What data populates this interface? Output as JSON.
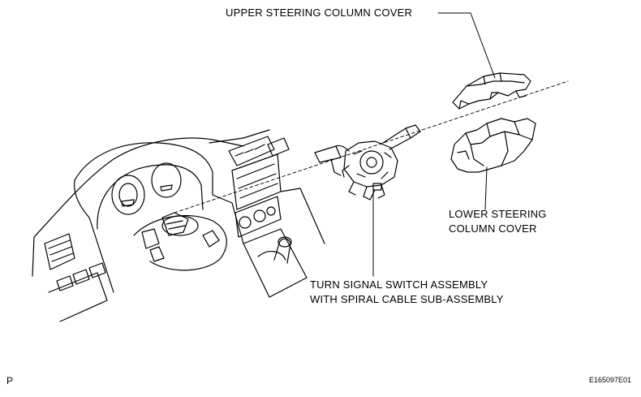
{
  "labels": {
    "upper_cover": "UPPER STEERING COLUMN COVER",
    "lower_cover_line1": "LOWER STEERING",
    "lower_cover_line2": "COLUMN COVER",
    "switch_line1": "TURN SIGNAL SWITCH ASSEMBLY",
    "switch_line2": "WITH SPIRAL CABLE SUB-ASSEMBLY"
  },
  "footer": {
    "left_mark": "P",
    "figure_code": "E165097E01"
  }
}
